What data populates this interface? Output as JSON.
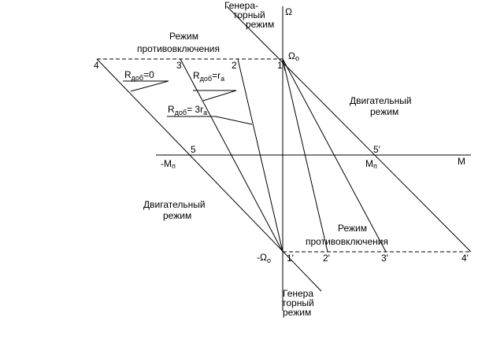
{
  "axes": {
    "y_label": "Ω",
    "x_label": "M",
    "omega0_top": "Ω",
    "omega0_top_sub": "o",
    "omega0_bottom": "-Ω",
    "omega0_bottom_sub": "o",
    "mp_left": "-M",
    "mp_left_sub": "п",
    "mp_right": "M",
    "mp_right_sub": "п"
  },
  "regions": {
    "generator_top_line1": "Генера-",
    "generator_top_line2": "торный",
    "generator_top_line3": "режим",
    "counter_top_line1": "Режим",
    "counter_top_line2": "противовключения",
    "motor_right_line1": "Двигательный",
    "motor_right_line2": "режим",
    "motor_left_line1": "Двигательный",
    "motor_left_line2": "режим",
    "counter_bottom_line1": "Режим",
    "counter_bottom_line2": "противовключения",
    "generator_bottom_line1": "Генера",
    "generator_bottom_line2": "торный",
    "generator_bottom_line3": "режим"
  },
  "resistances": {
    "r0_main": "R",
    "r0_sub": "доб",
    "r0_value": "=0",
    "r1_main": "R",
    "r1_sub": "доб",
    "r1_value": "=r",
    "r1_value_sub": "a",
    "r2_main": "R",
    "r2_sub": "доб",
    "r2_value": "= 3r",
    "r2_value_sub": "a"
  },
  "points": {
    "p1": "1",
    "p2": "2",
    "p3": "3",
    "p4": "4",
    "p5": "5",
    "p1b": "1'",
    "p2b": "2'",
    "p3b": "3'",
    "p4b": "4'",
    "p5b": "5'"
  }
}
